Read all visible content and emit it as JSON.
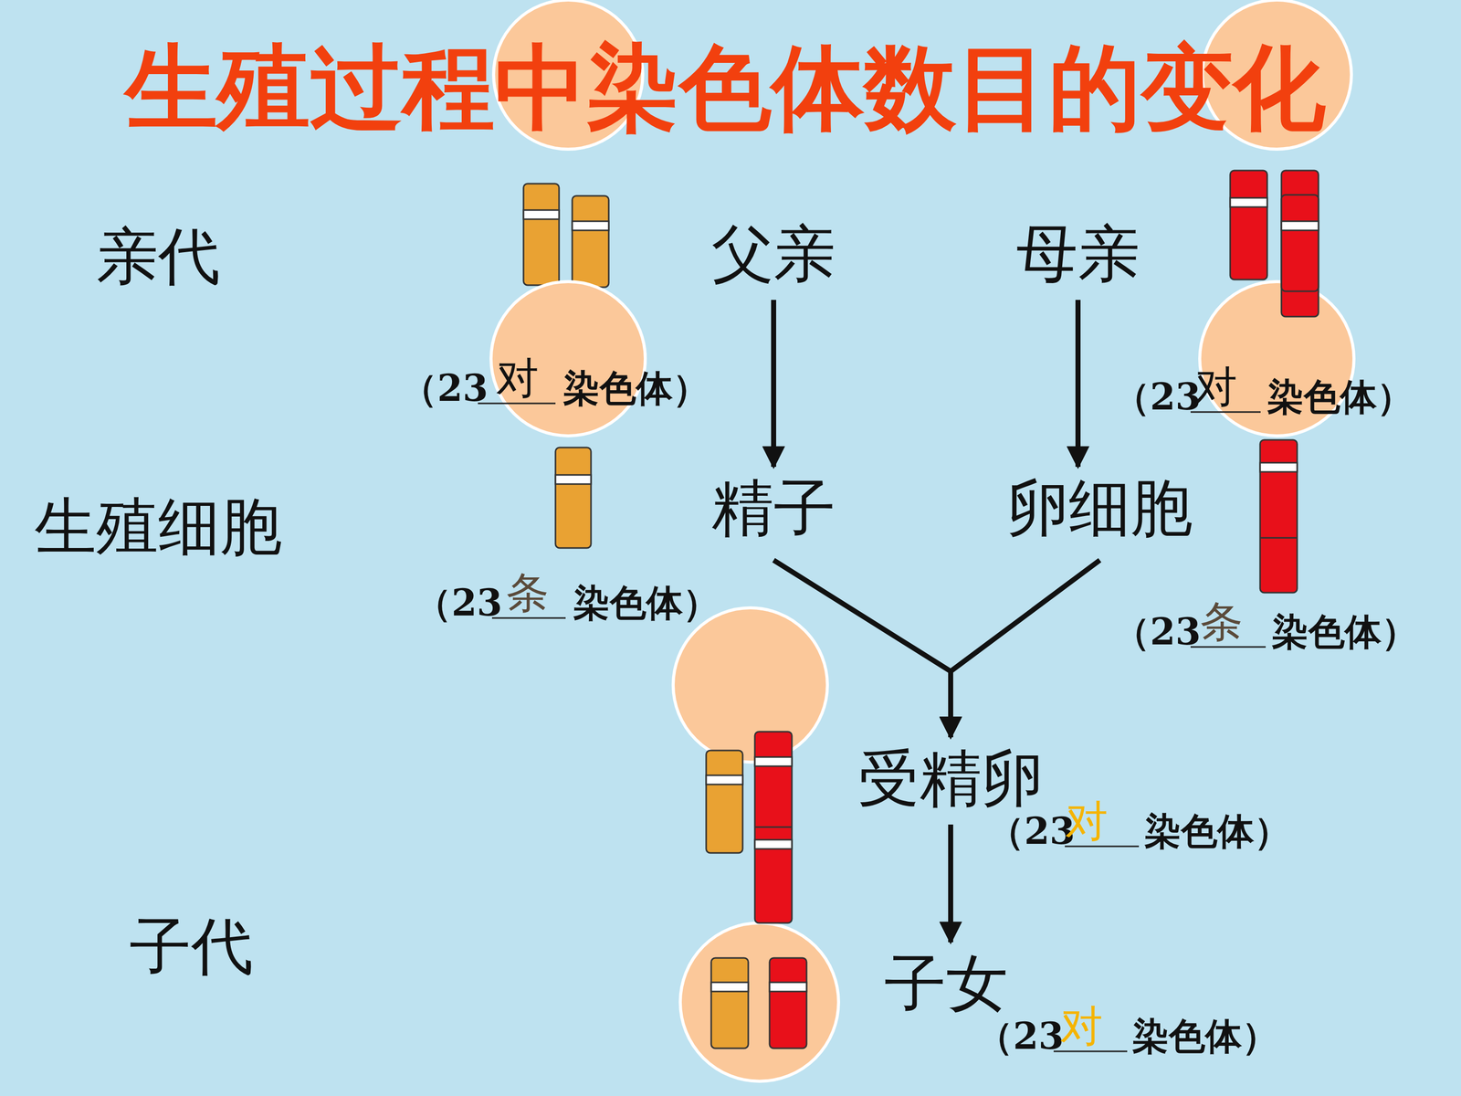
{
  "diagram": {
    "title": "生殖过程中染色体数目的变化",
    "nodes": [
      {
        "text": [
          "父亲"
        ]
      },
      {
        "text": [
          "母亲"
        ]
      },
      {
        "text": [
          "精子"
        ]
      },
      {
        "text": [
          "卵细胞"
        ]
      },
      {
        "text": [
          "受精卵"
        ]
      },
      {
        "text": [
          "子女"
        ]
      }
    ],
    "edges": [
      {
        "from": 0,
        "to": 2,
        "arrow": "to"
      },
      {
        "from": 1,
        "to": 3,
        "arrow": "to"
      },
      {
        "from": 2,
        "to": 4,
        "arrow": "to"
      },
      {
        "from": 3,
        "to": 4,
        "arrow": "to"
      },
      {
        "from": 4,
        "to": 5,
        "arrow": "to"
      }
    ],
    "labels": [
      "亲代",
      "（23",
      "对",
      "染色体）",
      "（23",
      "对",
      "染色体）",
      "生殖细胞",
      "（23",
      "条",
      "染色体）",
      "（23",
      "条",
      "染色体）",
      "子代",
      "（23",
      "对",
      "染色体）",
      "（23",
      "对",
      "染色体）"
    ]
  }
}
